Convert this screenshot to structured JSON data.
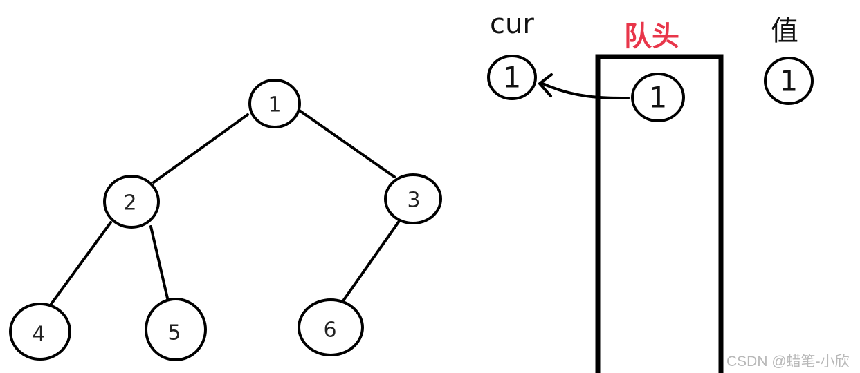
{
  "tree": {
    "nodes": [
      {
        "id": "n1",
        "label": "1"
      },
      {
        "id": "n2",
        "label": "2"
      },
      {
        "id": "n3",
        "label": "3"
      },
      {
        "id": "n4",
        "label": "4"
      },
      {
        "id": "n5",
        "label": "5"
      },
      {
        "id": "n6",
        "label": "6"
      }
    ],
    "edges": [
      [
        "n1",
        "n2"
      ],
      [
        "n1",
        "n3"
      ],
      [
        "n2",
        "n4"
      ],
      [
        "n2",
        "n5"
      ],
      [
        "n3",
        "n6"
      ]
    ]
  },
  "cur": {
    "label": "cur",
    "value": "1"
  },
  "queue": {
    "head_label": "队头",
    "head_color": "#e8364a",
    "items": [
      "1"
    ]
  },
  "value_panel": {
    "label": "值",
    "value": "1"
  },
  "watermark": "CSDN @蜡笔-小欣"
}
